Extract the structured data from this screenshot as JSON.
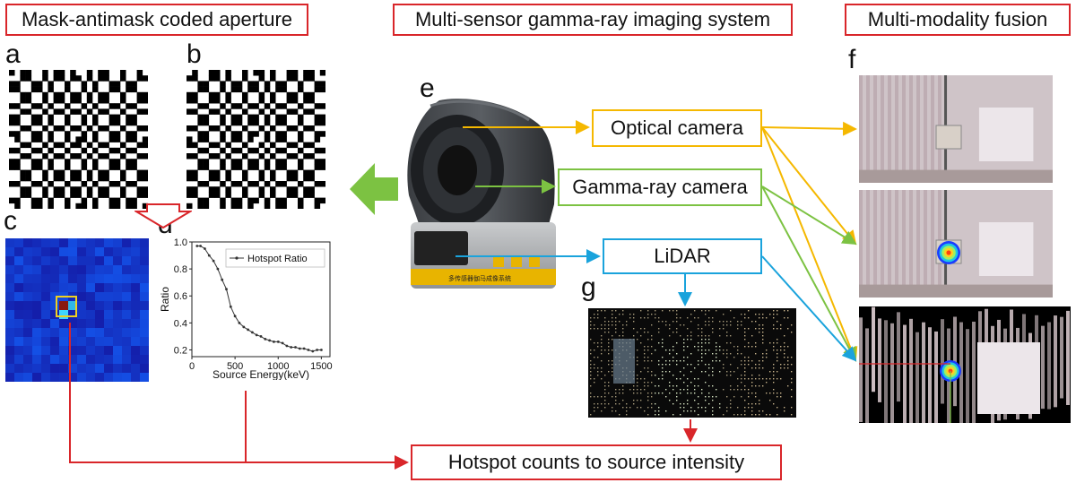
{
  "headers": {
    "left": "Mask-antimask coded aperture",
    "center": "Multi-sensor gamma-ray imaging system",
    "right": "Multi-modality fusion"
  },
  "panel_labels": {
    "a": "a",
    "b": "b",
    "c": "c",
    "d": "d",
    "e": "e",
    "f": "f",
    "g": "g"
  },
  "boxes": {
    "optical": "Optical camera",
    "gamma": "Gamma-ray camera",
    "lidar": "LiDAR",
    "hotspot": "Hotspot counts to source intensity"
  },
  "colors": {
    "header_border": "#d9262a",
    "optical": "#f5b800",
    "gamma": "#7cc242",
    "lidar": "#1aa3dc",
    "flow_red": "#d9262a"
  },
  "chart_data": {
    "type": "line",
    "xlabel": "Source Energy(keV)",
    "ylabel": "Ratio",
    "xlim": [
      0,
      1600
    ],
    "ylim": [
      0.15,
      1.0
    ],
    "xticks": [
      "0",
      "500",
      "1000",
      "1500"
    ],
    "yticks": [
      "0.2",
      "0.4",
      "0.6",
      "0.8",
      "1.0"
    ],
    "legend_position": "top-right",
    "series": [
      {
        "name": "Hotspot Ratio",
        "x": [
          60,
          100,
          150,
          200,
          250,
          300,
          350,
          400,
          450,
          500,
          550,
          600,
          650,
          700,
          750,
          800,
          850,
          900,
          950,
          1000,
          1050,
          1100,
          1150,
          1200,
          1250,
          1300,
          1350,
          1400,
          1450,
          1500
        ],
        "y": [
          0.97,
          0.97,
          0.95,
          0.9,
          0.86,
          0.8,
          0.72,
          0.65,
          0.52,
          0.45,
          0.4,
          0.37,
          0.35,
          0.33,
          0.31,
          0.3,
          0.28,
          0.27,
          0.26,
          0.26,
          0.25,
          0.23,
          0.22,
          0.22,
          0.21,
          0.21,
          0.2,
          0.19,
          0.2,
          0.2
        ]
      }
    ]
  }
}
